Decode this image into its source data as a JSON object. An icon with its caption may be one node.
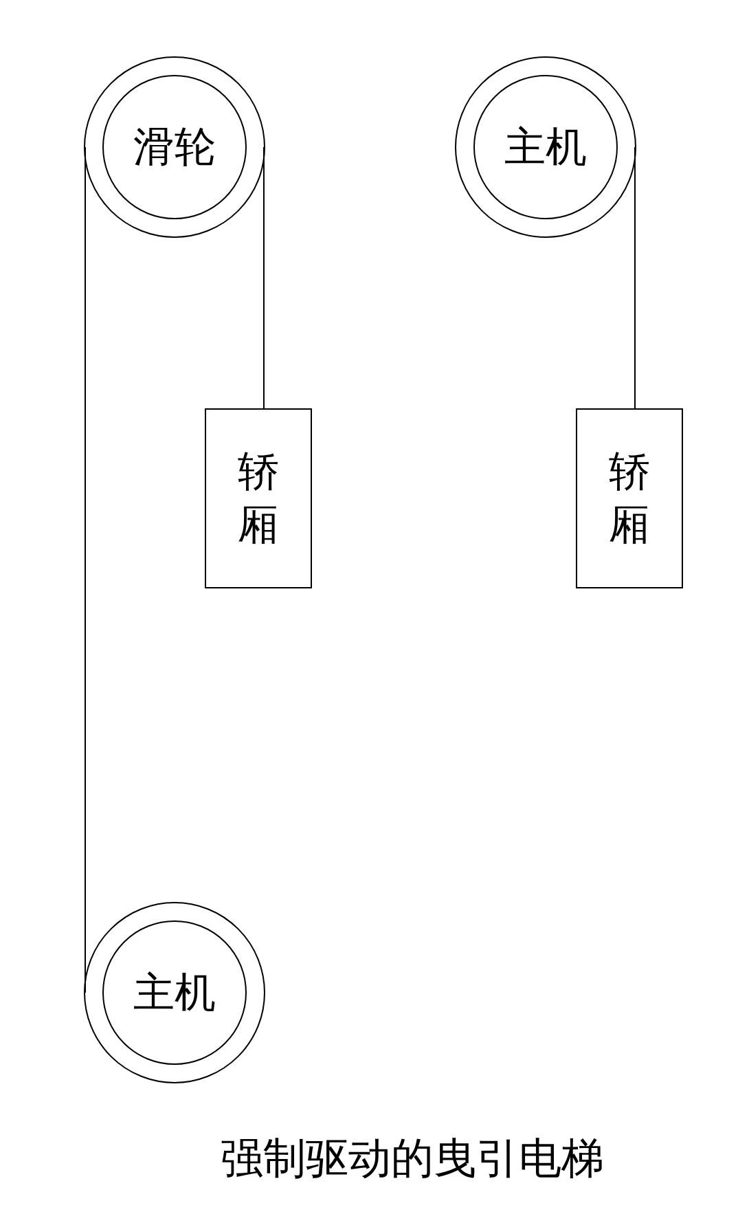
{
  "diagram": {
    "caption": "强制驱动的曳引电梯",
    "nodes": [
      {
        "text": [
          "滑轮"
        ]
      },
      {
        "text": [
          "主机"
        ]
      },
      {
        "text": [
          "轿厢"
        ]
      },
      {
        "text": [
          "轿厢"
        ]
      },
      {
        "text": [
          "主机"
        ]
      }
    ],
    "edges": [
      {
        "from": 0,
        "to": 2,
        "arrow": "none"
      },
      {
        "from": 0,
        "to": 4,
        "arrow": "none"
      },
      {
        "from": 1,
        "to": 3,
        "arrow": "none"
      }
    ]
  }
}
